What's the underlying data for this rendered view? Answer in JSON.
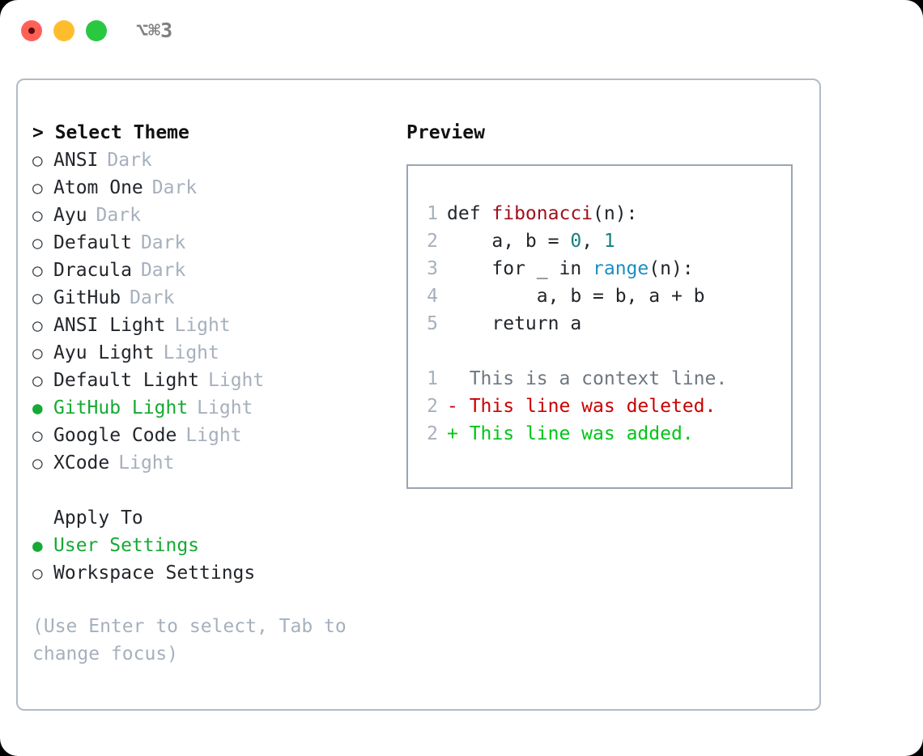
{
  "titlebar": {
    "shortcut": "⌥⌘3",
    "dots": [
      {
        "name": "close",
        "color": "#ff6159"
      },
      {
        "name": "minimize",
        "color": "#ffbd2e"
      },
      {
        "name": "maximize",
        "color": "#28c840"
      }
    ]
  },
  "theme_picker": {
    "header": "> Select Theme",
    "bullet_unselected": "○",
    "bullet_selected": "●",
    "items": [
      {
        "label": "ANSI",
        "tag": "Dark",
        "selected": false
      },
      {
        "label": "Atom One",
        "tag": "Dark",
        "selected": false
      },
      {
        "label": "Ayu",
        "tag": "Dark",
        "selected": false
      },
      {
        "label": "Default",
        "tag": "Dark",
        "selected": false
      },
      {
        "label": "Dracula",
        "tag": "Dark",
        "selected": false
      },
      {
        "label": "GitHub",
        "tag": "Dark",
        "selected": false
      },
      {
        "label": "ANSI Light",
        "tag": "Light",
        "selected": false
      },
      {
        "label": "Ayu Light",
        "tag": "Light",
        "selected": false
      },
      {
        "label": "Default Light",
        "tag": "Light",
        "selected": false
      },
      {
        "label": "GitHub Light",
        "tag": "Light",
        "selected": true
      },
      {
        "label": "Google Code",
        "tag": "Light",
        "selected": false
      },
      {
        "label": "XCode",
        "tag": "Light",
        "selected": false
      }
    ]
  },
  "apply_to": {
    "header": "Apply To",
    "items": [
      {
        "label": "User Settings",
        "selected": true
      },
      {
        "label": "Workspace Settings",
        "selected": false
      }
    ]
  },
  "hint": "(Use Enter to select, Tab to change focus)",
  "preview": {
    "header": "Preview",
    "code_lines": [
      {
        "num": "1",
        "segments": [
          {
            "text": "def ",
            "kind": "plain"
          },
          {
            "text": "fibonacci",
            "kind": "fn"
          },
          {
            "text": "(n):",
            "kind": "plain"
          }
        ]
      },
      {
        "num": "2",
        "segments": [
          {
            "text": "    a, b = ",
            "kind": "plain"
          },
          {
            "text": "0",
            "kind": "num"
          },
          {
            "text": ", ",
            "kind": "plain"
          },
          {
            "text": "1",
            "kind": "num"
          }
        ]
      },
      {
        "num": "3",
        "segments": [
          {
            "text": "    for _ in ",
            "kind": "plain"
          },
          {
            "text": "range",
            "kind": "call"
          },
          {
            "text": "(n):",
            "kind": "plain"
          }
        ]
      },
      {
        "num": "4",
        "segments": [
          {
            "text": "        a, b = b, a + b",
            "kind": "plain"
          }
        ]
      },
      {
        "num": "5",
        "segments": [
          {
            "text": "    return a",
            "kind": "plain"
          }
        ]
      }
    ],
    "diff_lines": [
      {
        "num": "1",
        "marker": "  ",
        "text": "This is a context line.",
        "kind": "ctx"
      },
      {
        "num": "2",
        "marker": "- ",
        "text": "This line was deleted.",
        "kind": "del"
      },
      {
        "num": "2",
        "marker": "+ ",
        "text": "This line was added.",
        "kind": "add"
      }
    ]
  },
  "colors": {
    "accent_green": "#16a934",
    "muted": "#a6b0bd",
    "border": "#9aa5b1",
    "panel_border": "#b3bbc6",
    "fn_red": "#a0111b",
    "num_teal": "#177f80",
    "call_blue": "#1a8fc4",
    "diff_del": "#cc0000",
    "diff_add": "#00c417"
  }
}
